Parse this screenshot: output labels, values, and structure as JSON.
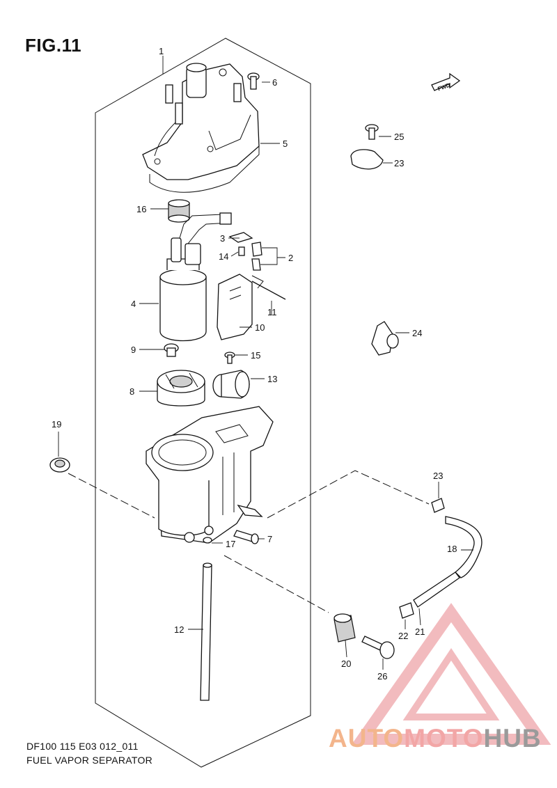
{
  "figure": {
    "title": "FIG.11",
    "model_code": "DF100 115 E03 012_011",
    "name": "FUEL VAPOR SEPARATOR",
    "direction_badge": "FWD"
  },
  "callouts": [
    {
      "id": "c1",
      "label": "1"
    },
    {
      "id": "c2",
      "label": "2"
    },
    {
      "id": "c3",
      "label": "3"
    },
    {
      "id": "c4",
      "label": "4"
    },
    {
      "id": "c5",
      "label": "5"
    },
    {
      "id": "c6",
      "label": "6"
    },
    {
      "id": "c7",
      "label": "7"
    },
    {
      "id": "c8",
      "label": "8"
    },
    {
      "id": "c9",
      "label": "9"
    },
    {
      "id": "c10",
      "label": "10"
    },
    {
      "id": "c11",
      "label": "11"
    },
    {
      "id": "c12",
      "label": "12"
    },
    {
      "id": "c13",
      "label": "13"
    },
    {
      "id": "c14",
      "label": "14"
    },
    {
      "id": "c15",
      "label": "15"
    },
    {
      "id": "c16",
      "label": "16"
    },
    {
      "id": "c17",
      "label": "17"
    },
    {
      "id": "c18",
      "label": "18"
    },
    {
      "id": "c19",
      "label": "19"
    },
    {
      "id": "c20",
      "label": "20"
    },
    {
      "id": "c21",
      "label": "21"
    },
    {
      "id": "c22",
      "label": "22"
    },
    {
      "id": "c23a",
      "label": "23"
    },
    {
      "id": "c23b",
      "label": "23"
    },
    {
      "id": "c24",
      "label": "24"
    },
    {
      "id": "c25",
      "label": "25"
    },
    {
      "id": "c26",
      "label": "26"
    }
  ],
  "watermark": {
    "part1": "AUTO",
    "part2": "MOTO",
    "part3": "HUB",
    "colors": {
      "part1": "#f3b58c",
      "part2": "#f2a6a6",
      "part3": "#9a9a9a",
      "triangle": "#e8848a"
    }
  }
}
